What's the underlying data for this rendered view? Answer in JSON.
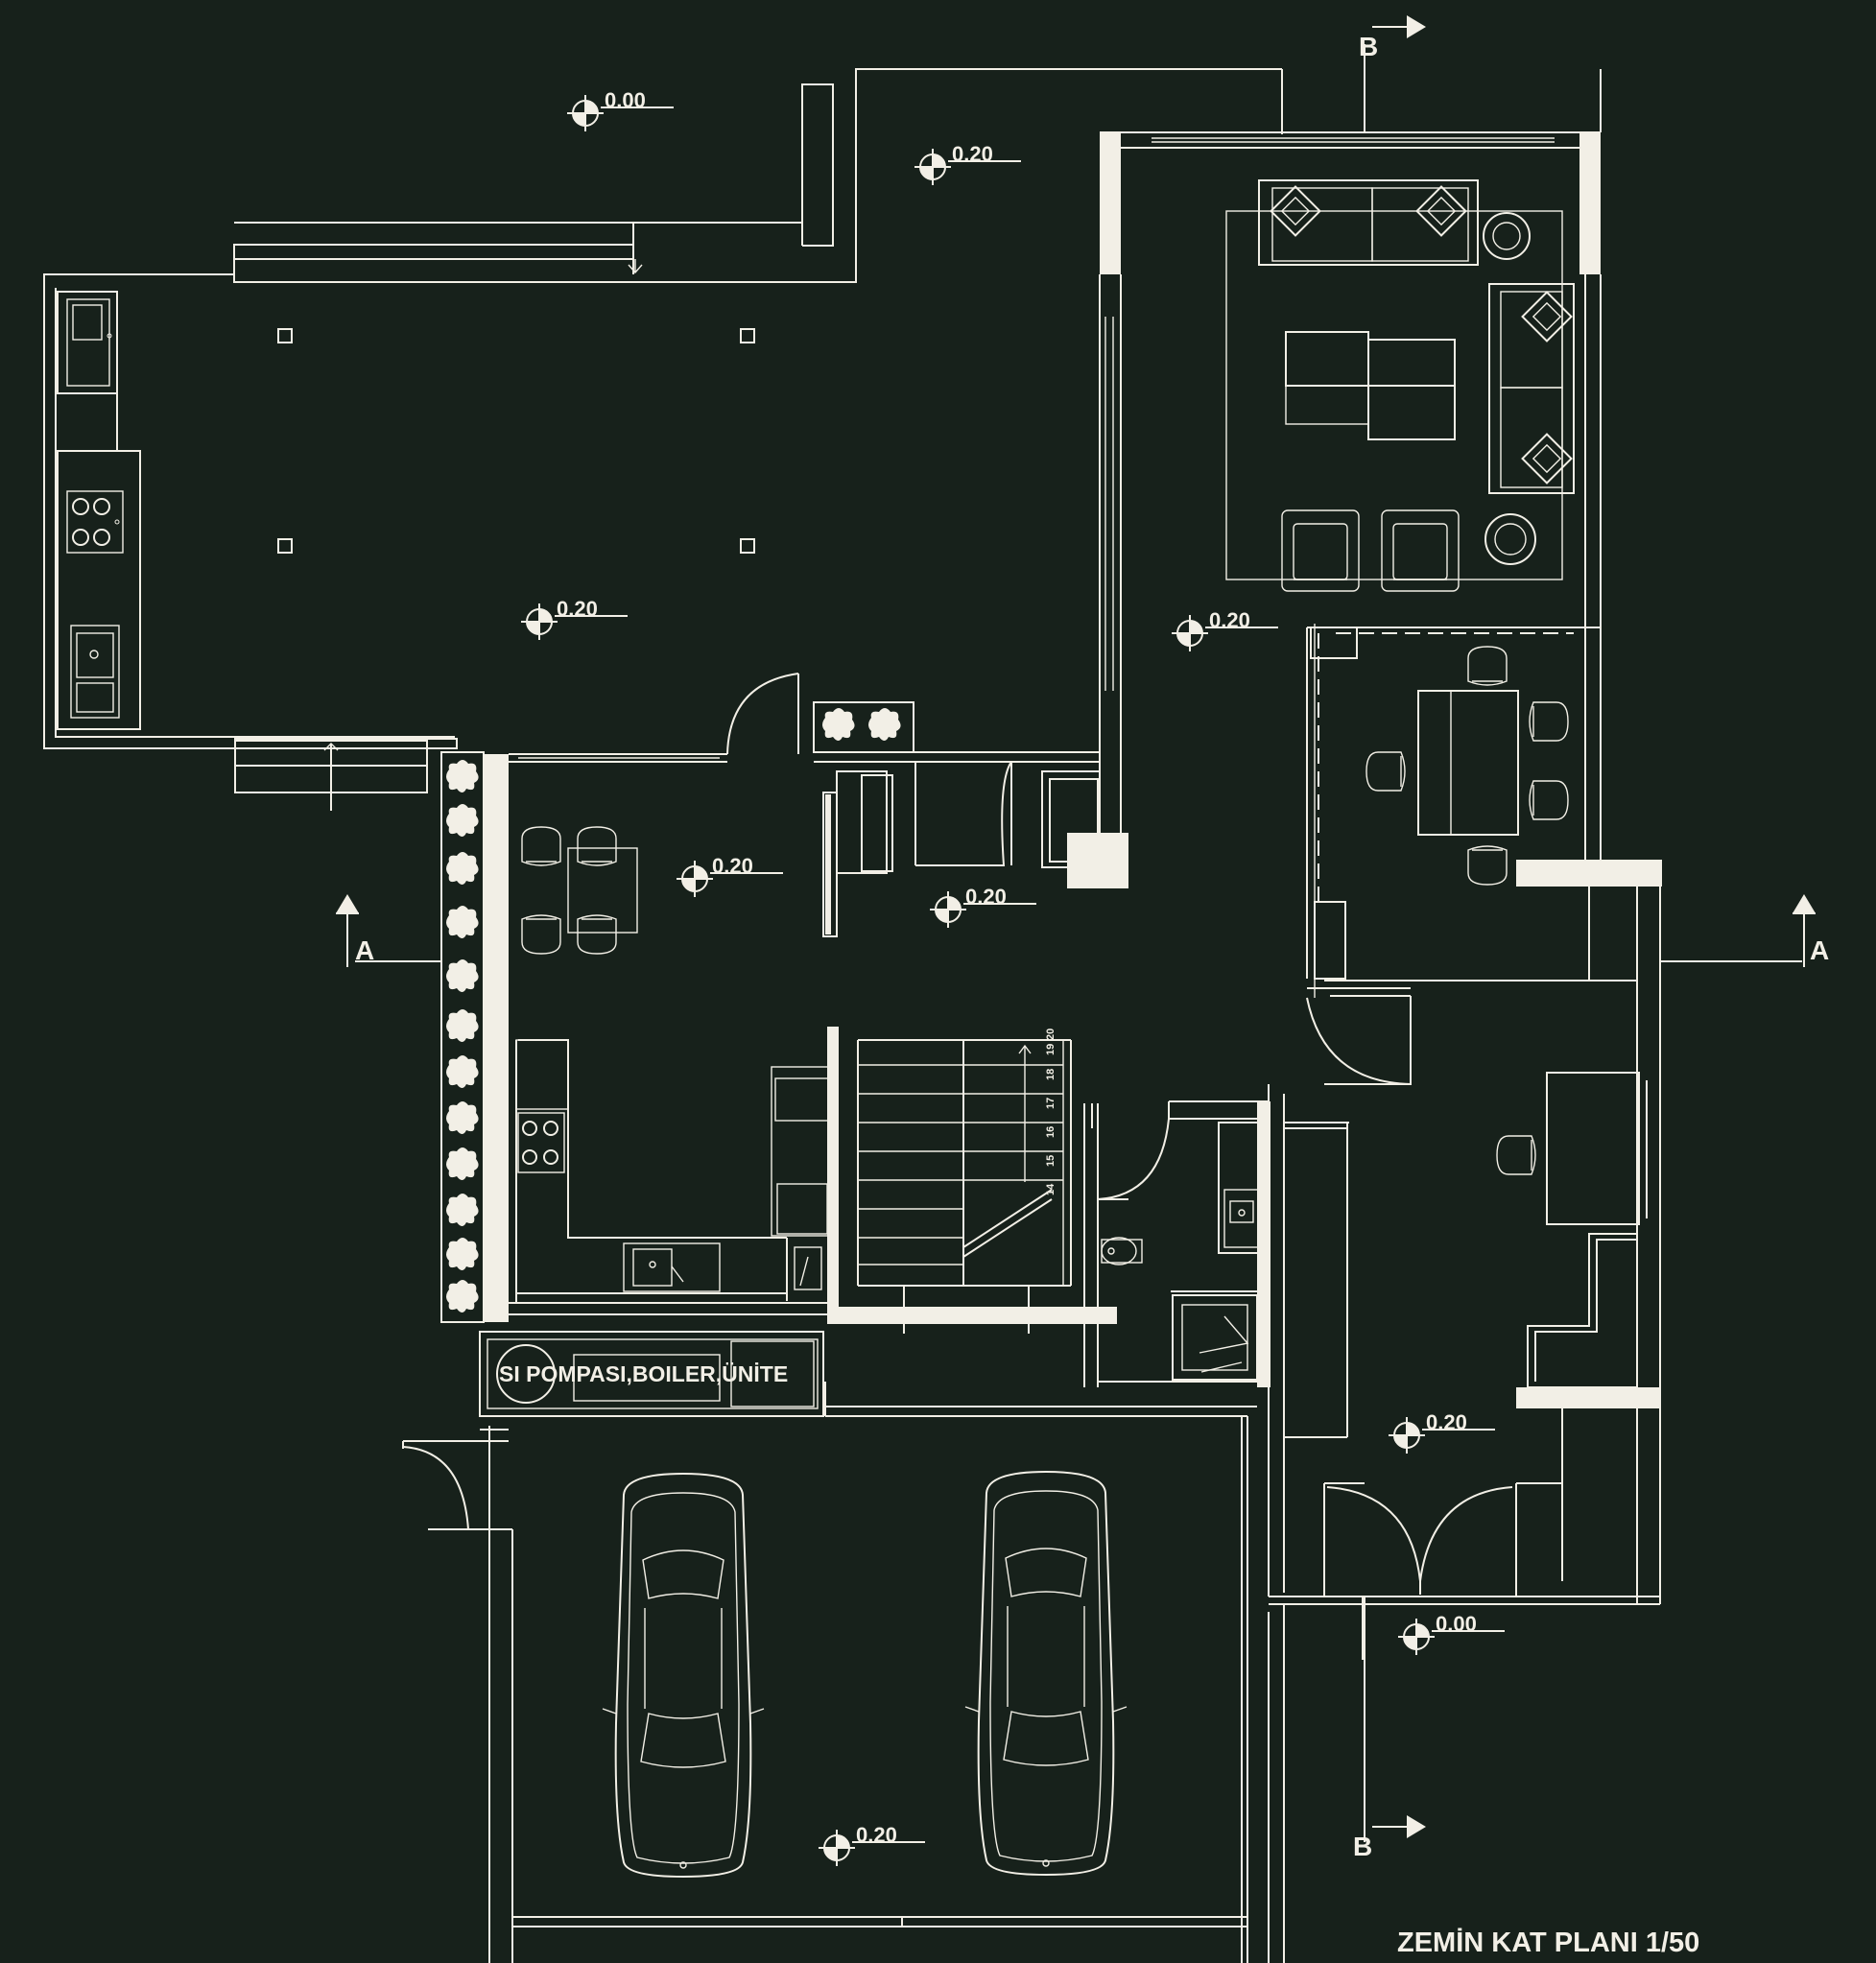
{
  "title": "ZEMİN  KAT PLANI 1/50",
  "mechanical_room_label": "SI POMPASI,BOILER,ÜNİTE",
  "section_markers": {
    "a": "A",
    "b": "B"
  },
  "elevations": [
    {
      "id": "terrace-top",
      "value": "0.00"
    },
    {
      "id": "garden-upper",
      "value": "0.20"
    },
    {
      "id": "terrace-main",
      "value": "0.20"
    },
    {
      "id": "living-hall",
      "value": "0.20"
    },
    {
      "id": "dining",
      "value": "0.20"
    },
    {
      "id": "hall-center",
      "value": "0.20"
    },
    {
      "id": "entrance-hall",
      "value": "0.20"
    },
    {
      "id": "entrance-outside",
      "value": "0.00"
    },
    {
      "id": "garage",
      "value": "0.20"
    }
  ],
  "stair_steps": [
    "14",
    "15",
    "16",
    "17",
    "18",
    "19",
    "20"
  ],
  "colors": {
    "background": "#17211b",
    "lines": "#f2efe6"
  }
}
